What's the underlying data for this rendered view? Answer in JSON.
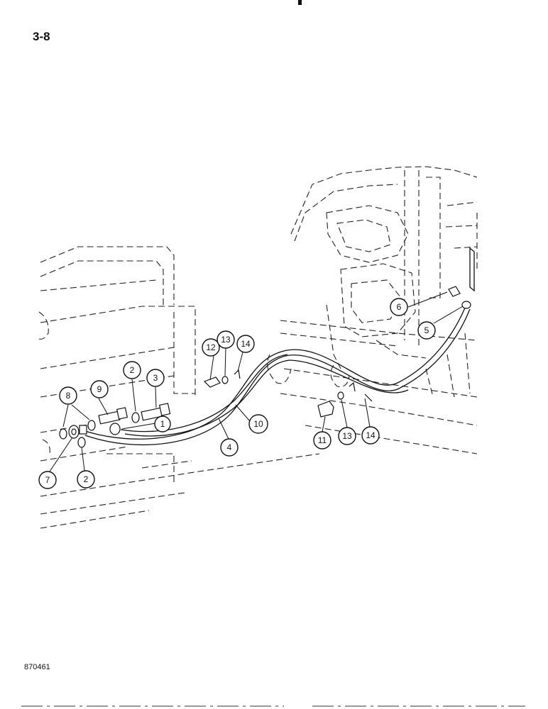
{
  "page": {
    "page_label": "3-8",
    "figure_code": "870461"
  },
  "callouts": [
    {
      "id": "c1",
      "label": "1"
    },
    {
      "id": "c2a",
      "label": "2"
    },
    {
      "id": "c2b",
      "label": "2"
    },
    {
      "id": "c3",
      "label": "3"
    },
    {
      "id": "c4",
      "label": "4"
    },
    {
      "id": "c5",
      "label": "5"
    },
    {
      "id": "c6",
      "label": "6"
    },
    {
      "id": "c7",
      "label": "7"
    },
    {
      "id": "c8",
      "label": "8"
    },
    {
      "id": "c9",
      "label": "9"
    },
    {
      "id": "c10",
      "label": "10"
    },
    {
      "id": "c11",
      "label": "11"
    },
    {
      "id": "c12",
      "label": "12"
    },
    {
      "id": "c13a",
      "label": "13"
    },
    {
      "id": "c13b",
      "label": "13"
    },
    {
      "id": "c14a",
      "label": "14"
    },
    {
      "id": "c14b",
      "label": "14"
    }
  ]
}
